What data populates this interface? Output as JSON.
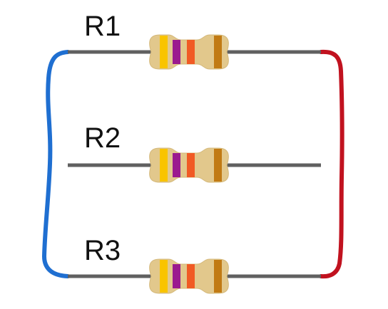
{
  "resistors": [
    {
      "id": "R1",
      "label": "R1",
      "bands": [
        "#f9c400",
        "#9b1a8f",
        "#f15a24",
        "#c17a13"
      ]
    },
    {
      "id": "R2",
      "label": "R2",
      "bands": [
        "#f9c400",
        "#9b1a8f",
        "#f15a24",
        "#c17a13"
      ]
    },
    {
      "id": "R3",
      "label": "R3",
      "bands": [
        "#f9c400",
        "#9b1a8f",
        "#f15a24",
        "#c17a13"
      ]
    }
  ],
  "colors": {
    "lead": "#606060",
    "left_wire": "#1f6fd1",
    "right_wire": "#c1121f",
    "body": "#e2c88c",
    "body_outline": "#d4b87a",
    "label": "#111111"
  }
}
